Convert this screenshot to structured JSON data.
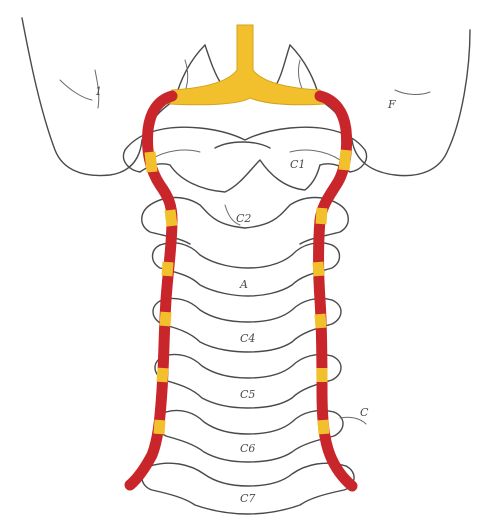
{
  "diagram": {
    "labels": {
      "skull_left": "1",
      "skull_right": "F",
      "atlas": "C1",
      "c2_body": "C2",
      "c3": "A",
      "c4": "C4",
      "c5": "C5",
      "c6": "C6",
      "c7": "C7",
      "transverse": "C"
    },
    "colors": {
      "vertebral_artery": "#c8262b",
      "foramen_segments": "#f2c02c",
      "bone_outline": "#4a4a4a"
    }
  }
}
